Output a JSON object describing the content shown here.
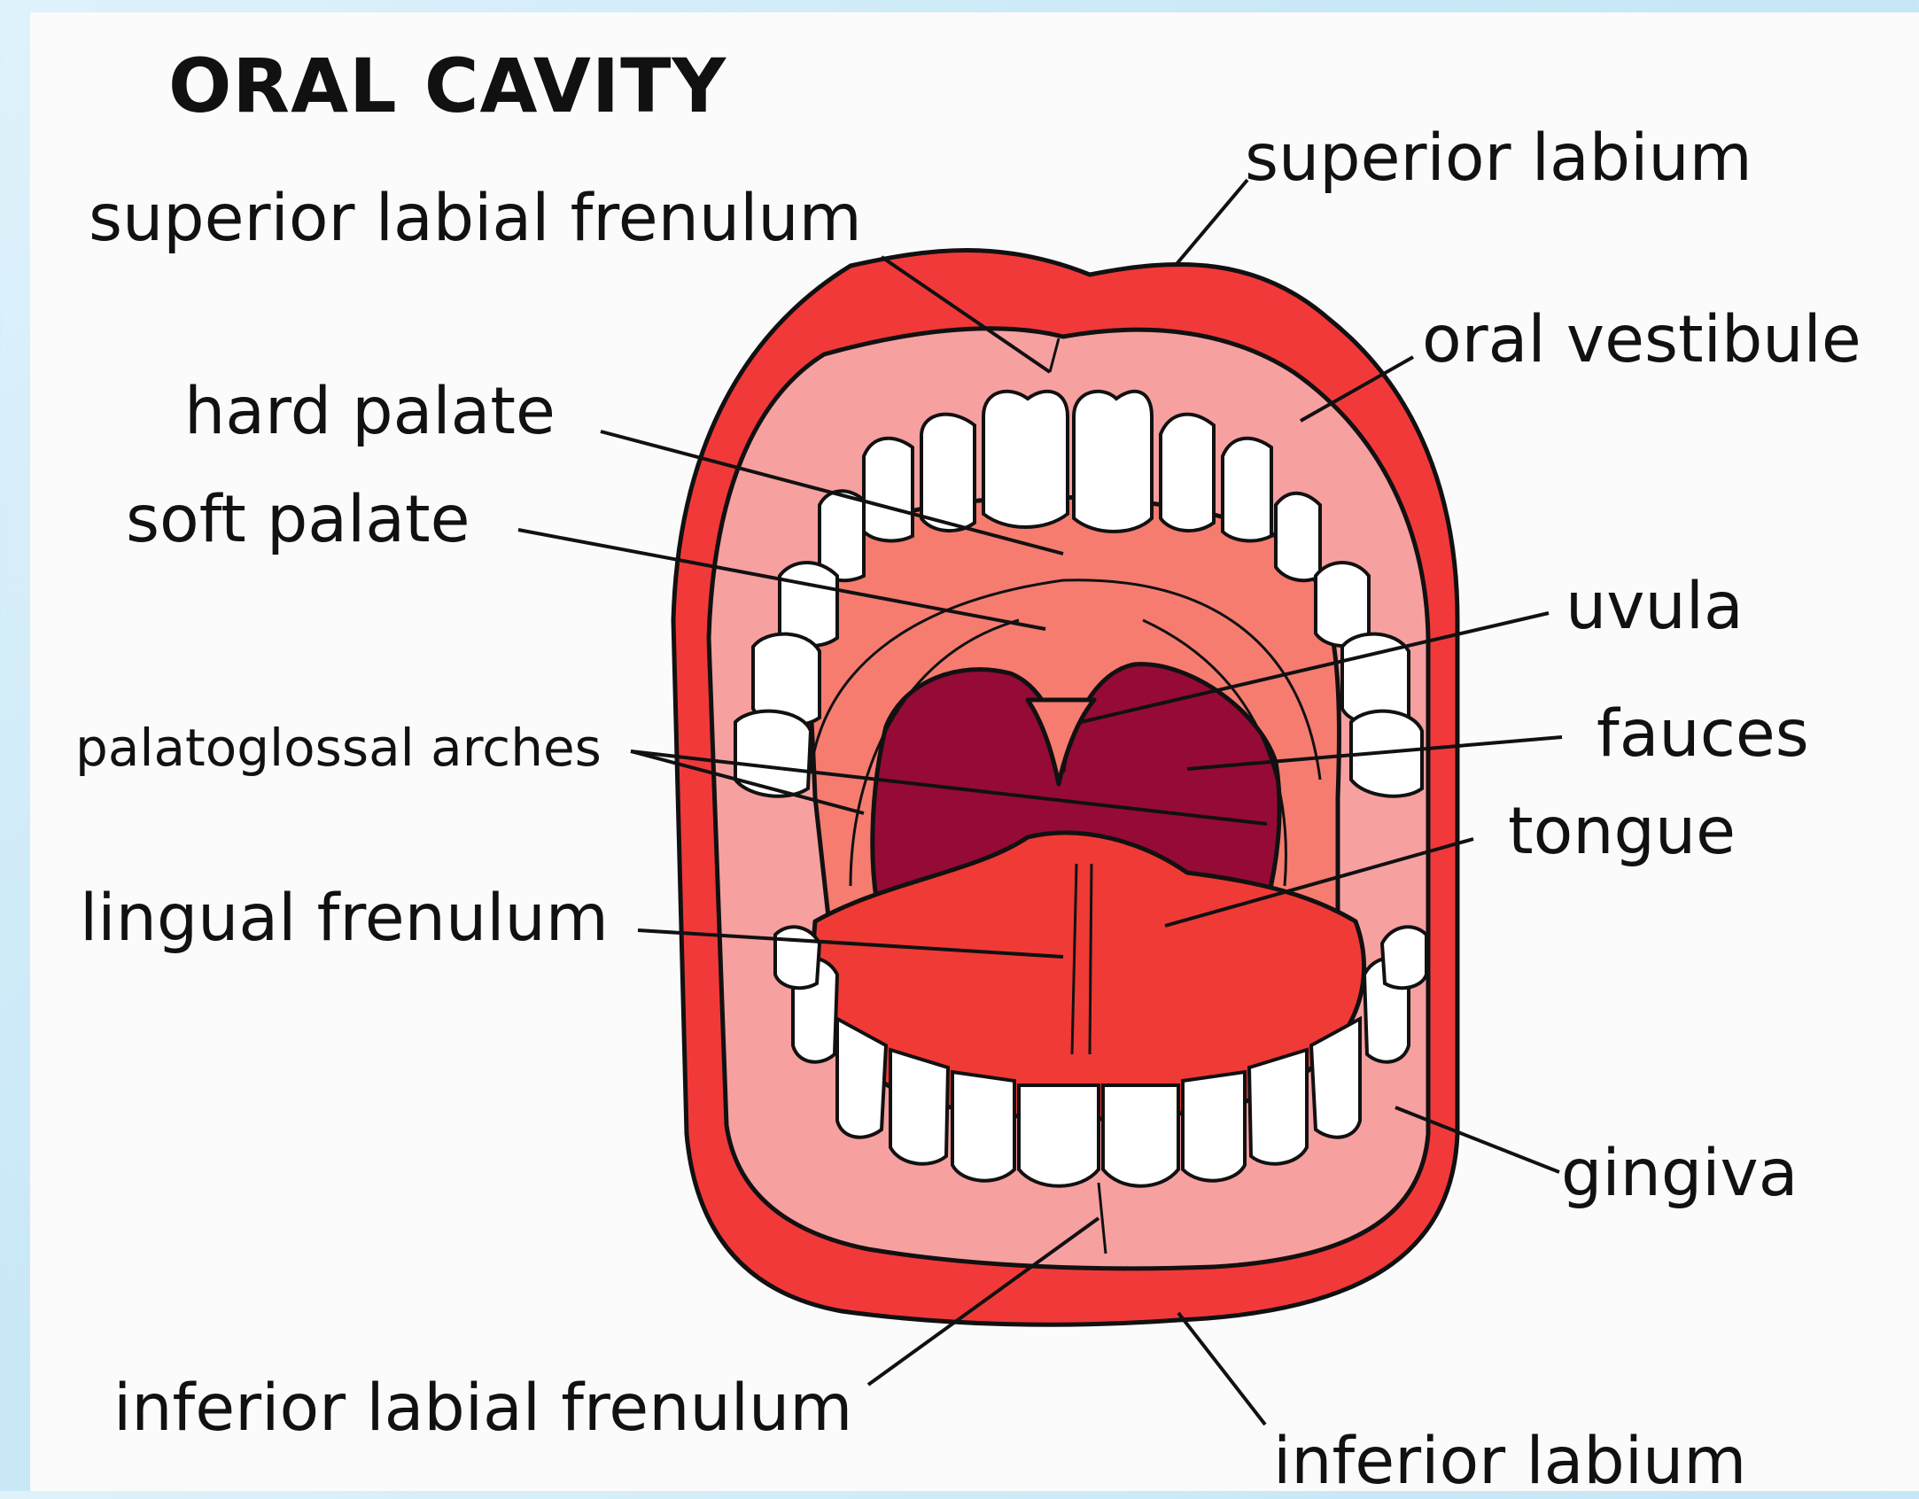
{
  "title": "ORAL CAVITY",
  "labels": {
    "superior_labial_frenulum": "superior labial frenulum",
    "superior_labium": "superior labium",
    "oral_vestibule": "oral vestibule",
    "hard_palate": "hard palate",
    "soft_palate": "soft palate",
    "uvula": "uvula",
    "palatoglossal_arches": "palatoglossal arches",
    "fauces": "fauces",
    "tongue": "tongue",
    "lingual_frenulum": "lingual frenulum",
    "gingiva": "gingiva",
    "inferior_labial_frenulum": "inferior labial frenulum",
    "inferior_labium": "inferior labium"
  },
  "colors": {
    "lip": "#f2393a",
    "gum": "#f7a0a0",
    "palate": "#f67c70",
    "tongue": "#f03a36",
    "throat": "#960a36",
    "tooth": "#ffffff",
    "outline": "#111111"
  }
}
